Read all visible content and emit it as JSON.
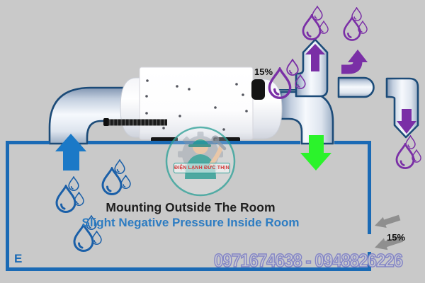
{
  "diagram": {
    "caption_line1": "Mounting Outside The Room",
    "caption_line2": "Slight Negative Pressure Inside Room",
    "unit_exhaust_moisture_pct": "15%",
    "wall_leakage_pct": "15%",
    "room_marker": "E"
  },
  "watermark": {
    "phone_numbers": "0971674638 - 0948826226",
    "logo_caption": "ĐIỆN LẠNH ĐỨC THỊNH"
  },
  "icons": {
    "water_drop": "teardrop-outline",
    "intake_arrow": "block-arrow-up",
    "supply_arrow": "block-arrow-down",
    "exhaust_arrow": "block-arrow-up",
    "outdoor_vent_arrow": "bent-arrow-up",
    "leakage_arrows": "double-arrow-up-left",
    "logo_gear": "gear-wheel",
    "logo_mascot": "technician-with-wrench"
  },
  "colors": {
    "background": "#c9c9c9",
    "room_border": "#1a6ab5",
    "duct_outline": "#1c4b78",
    "duct_fill_light": "#f6f9fd",
    "duct_fill_dark": "#8296b2",
    "intake_arrow": "#1b79c7",
    "supply_arrow": "#2bf32b",
    "moisture_purple": "#7a2fa6",
    "droplet_blue": "#1a5fa8",
    "infiltration_gray": "#8f8f8f",
    "caption_blue": "#2d7cc2",
    "phone_fill": "#c9c9d2",
    "phone_outline": "#8183c6",
    "logo_teal": "#2e9e96",
    "logo_text_red": "#d23a3a"
  }
}
